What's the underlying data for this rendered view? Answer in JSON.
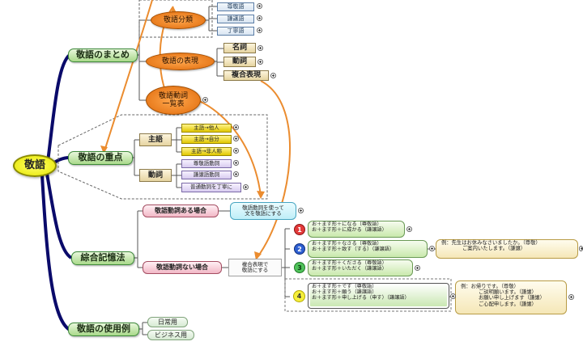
{
  "root": {
    "label": "敬語"
  },
  "branches": {
    "summary": {
      "label": "敬語のまとめ",
      "classification": {
        "label": "敬語分類",
        "items": [
          "尊敬語",
          "謙譲語",
          "丁寧語"
        ]
      },
      "expression": {
        "label": "敬語の表現",
        "items": [
          "名詞",
          "動詞",
          "複合表現"
        ]
      },
      "verb_list": {
        "line1": "敬語動詞",
        "line2": "一覧表"
      }
    },
    "focus": {
      "label": "敬語の重点",
      "subject": {
        "label": "主語",
        "items": [
          "主語→他人",
          "主語→自分",
          "主語→非人称"
        ]
      },
      "verb": {
        "label": "動詞",
        "items": [
          "尊敬語動詞",
          "謙譲語動詞",
          "普通動詞を丁寧に"
        ]
      }
    },
    "memory": {
      "label": "綜合記憶法",
      "with_verb": {
        "label": "敬語動詞ある場合",
        "note_line1": "敬語動詞を使って",
        "note_line2": "文を敬語にする"
      },
      "without_verb": {
        "label": "敬語動詞ない場合",
        "note_line1": "複合表現で",
        "note_line2": "敬語にする",
        "cases": [
          {
            "num": "1",
            "lines": [
              "お＋ます形＋になる（尊敬語）",
              "お＋ます形＋に成かる（謙譲語）"
            ],
            "example": []
          },
          {
            "num": "2",
            "lines": [
              "お＋ます形＋なさる（尊敬語）",
              "お＋ます形＋致す（する）（謙譲語）"
            ],
            "example": [
              "例：先生はお休みなさいましたか。（尊敬）",
              "ご案内いたします。（謙譲）"
            ]
          },
          {
            "num": "3",
            "lines": [
              "お＋ます形＋くださる（尊敬語）",
              "お＋ます形＋いただく（謙譲語）"
            ],
            "example": []
          },
          {
            "num": "4",
            "lines": [
              "お＋ます形＋です（尊敬語）",
              "お＋ます形＋願う（謙譲語）",
              "お＋ます形＋申し上げる（申す）（謙譲語）"
            ],
            "example": [
              "例：お帰りです。（尊敬）",
              "ご説明願います。（謙譲）",
              "お願い申し上げます（謙譲）",
              "ご心配申します。（謙譲）"
            ]
          }
        ]
      }
    },
    "usage": {
      "label": "敬語の使用例",
      "items": [
        "日常用",
        "ビジネス用"
      ]
    }
  },
  "colors": {
    "main": "#a9d98a",
    "root": "#e6e600",
    "orange": "#e06a0a",
    "connector": "#eb8c2f",
    "trunk": "#0a0a6a"
  }
}
